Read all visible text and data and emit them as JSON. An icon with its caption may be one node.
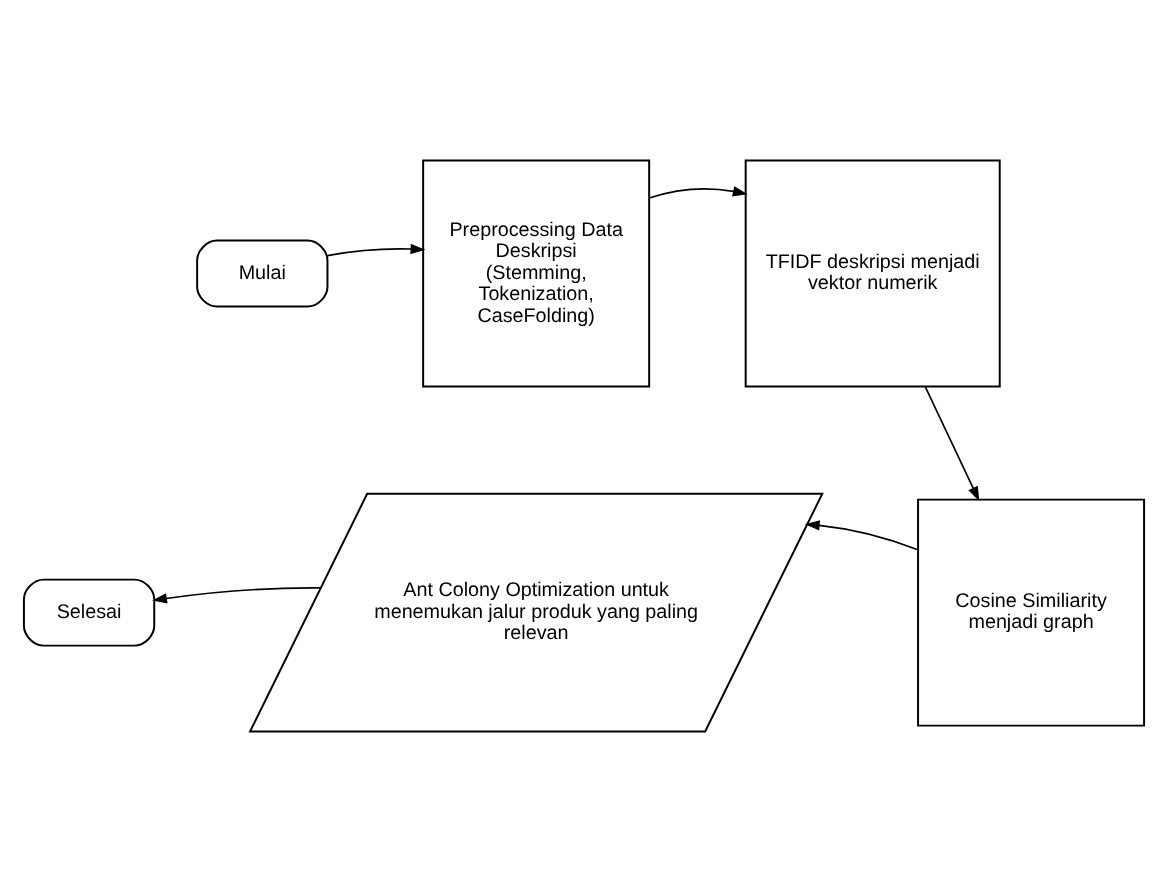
{
  "diagram": {
    "nodes": [
      {
        "text": [
          "Mulai"
        ]
      },
      {
        "text": [
          "Preprocessing Data Deskripsi (Stemming, Tokenization, CaseFolding)"
        ]
      },
      {
        "text": [
          "TFIDF deskripsi menjadi vektor numerik"
        ]
      },
      {
        "text": [
          "Cosine Similiarity menjadi graph"
        ]
      },
      {
        "text": [
          "Ant Colony Optimization untuk menemukan jalur produk yang paling relevan"
        ]
      },
      {
        "text": [
          "Selesai"
        ]
      }
    ],
    "edges": [
      {
        "from": 0,
        "to": 1,
        "arrow": "to"
      },
      {
        "from": 1,
        "to": 2,
        "arrow": "to"
      },
      {
        "from": 2,
        "to": 3,
        "arrow": "to"
      },
      {
        "from": 3,
        "to": 4,
        "arrow": "to"
      },
      {
        "from": 4,
        "to": 5,
        "arrow": "to"
      }
    ]
  }
}
